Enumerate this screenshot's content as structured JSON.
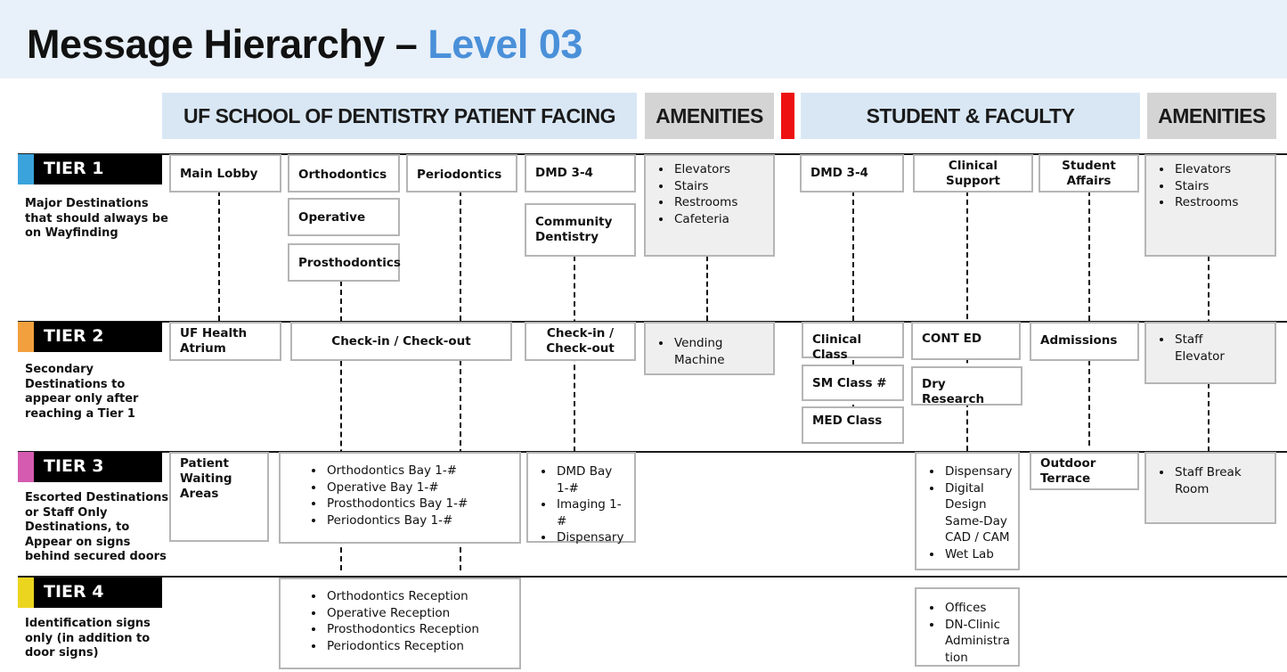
{
  "title": {
    "main": "Message Hierarchy –",
    "accent": "Level 03"
  },
  "column_headers": {
    "uf_patient_facing": "UF SCHOOL OF DENTISTRY PATIENT FACING",
    "amenities_left": "AMENITIES",
    "student_faculty": "STUDENT & FACULTY",
    "amenities_right": "AMENITIES"
  },
  "colors": {
    "accent": "#4a90d9",
    "header_blue": "#d9e7f5",
    "header_gray": "#d4d4d4",
    "divider_red": "#ee1111",
    "tier1": "#3aa3dc",
    "tier2": "#f2a03d",
    "tier3": "#d45bb0",
    "tier4": "#ecd51f"
  },
  "tiers": [
    {
      "label": "TIER 1",
      "desc": "Major Destinations that should always be on Wayfinding"
    },
    {
      "label": "TIER 2",
      "desc": "Secondary Destinations to appear only after reaching a Tier 1"
    },
    {
      "label": "TIER 3",
      "desc": "Escorted Destinations or Staff Only Destinations, to Appear on signs behind secured doors"
    },
    {
      "label": "TIER 4",
      "desc": "Identification signs only (in addition to door signs)"
    }
  ],
  "boxes": {
    "main_lobby": "Main Lobby",
    "orthodontics": "Orthodontics",
    "periodontics": "Periodontics",
    "operative": "Operative",
    "prosthodontics": "Prosthodontics",
    "dmd34_left": "DMD 3-4",
    "community_dentistry": "Community Dentistry",
    "amenities1_list": [
      "Elevators",
      "Stairs",
      "Restrooms",
      "Cafeteria"
    ],
    "dmd34_right": "DMD 3-4",
    "clinical_support": "Clinical Support",
    "student_affairs": "Student Affairs",
    "amenities2_list": [
      "Elevators",
      "Stairs",
      "Restrooms"
    ],
    "uf_health_atrium": "UF Health Atrium",
    "checkin_checkout_wide": "Check-in / Check-out",
    "checkin_checkout_narrow": "Check-in / Check-out",
    "vending_list": [
      "Vending Machine"
    ],
    "clinical_class": "Clinical Class",
    "sm_class": "SM Class #",
    "med_class": "MED Class",
    "cont_ed": "CONT ED",
    "dry_research": "Dry Research",
    "admissions": "Admissions",
    "staff_elevator_list": [
      "Staff Elevator"
    ],
    "patient_waiting": "Patient Waiting Areas",
    "bays_list": [
      "Orthodontics Bay 1-#",
      "Operative Bay 1-#",
      "Prosthodontics Bay 1-#",
      "Periodontics Bay 1-#"
    ],
    "dmd_bay_list": [
      "DMD Bay 1-#",
      "Imaging 1-#",
      "Dispensary"
    ],
    "dispensary_list": [
      "Dispensary",
      "Digital Design Same-Day CAD / CAM",
      "Wet Lab"
    ],
    "outdoor_terrace": "Outdoor Terrace",
    "staff_break_list": [
      "Staff Break Room"
    ],
    "reception_list": [
      "Orthodontics Reception",
      "Operative Reception",
      "Prosthodontics Reception",
      "Periodontics Reception"
    ],
    "offices_list": [
      "Offices",
      "DN-Clinic Administration"
    ]
  }
}
